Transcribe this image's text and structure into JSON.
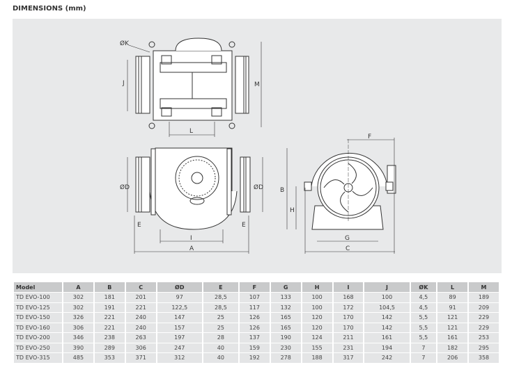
{
  "title": "DIMENSIONS (mm)",
  "drawing_labels": {
    "k": "ØK",
    "j": "J",
    "m": "M",
    "l": "L",
    "d": "ØD",
    "e": "E",
    "i": "I",
    "a": "A",
    "b": "B",
    "h": "H",
    "g": "G",
    "c": "C",
    "f": "F"
  },
  "table": {
    "headers": [
      "Model",
      "A",
      "B",
      "C",
      "ØD",
      "E",
      "F",
      "G",
      "H",
      "I",
      "J",
      "ØK",
      "L",
      "M"
    ],
    "rows": [
      [
        "TD EVO-100",
        "302",
        "181",
        "201",
        "97",
        "28,5",
        "107",
        "133",
        "100",
        "168",
        "100",
        "4,5",
        "89",
        "189"
      ],
      [
        "TD EVO-125",
        "302",
        "191",
        "221",
        "122,5",
        "28,5",
        "117",
        "132",
        "100",
        "172",
        "104,5",
        "4,5",
        "91",
        "209"
      ],
      [
        "TD EVO-150",
        "326",
        "221",
        "240",
        "147",
        "25",
        "126",
        "165",
        "120",
        "170",
        "142",
        "5,5",
        "121",
        "229"
      ],
      [
        "TD EVO-160",
        "306",
        "221",
        "240",
        "157",
        "25",
        "126",
        "165",
        "120",
        "170",
        "142",
        "5,5",
        "121",
        "229"
      ],
      [
        "TD EVO-200",
        "346",
        "238",
        "263",
        "197",
        "28",
        "137",
        "190",
        "124",
        "211",
        "161",
        "5,5",
        "161",
        "253"
      ],
      [
        "TD EVO-250",
        "390",
        "289",
        "306",
        "247",
        "40",
        "159",
        "230",
        "155",
        "231",
        "194",
        "7",
        "182",
        "295"
      ],
      [
        "TD EVO-315",
        "485",
        "353",
        "371",
        "312",
        "40",
        "192",
        "278",
        "188",
        "317",
        "242",
        "7",
        "206",
        "358"
      ]
    ]
  }
}
